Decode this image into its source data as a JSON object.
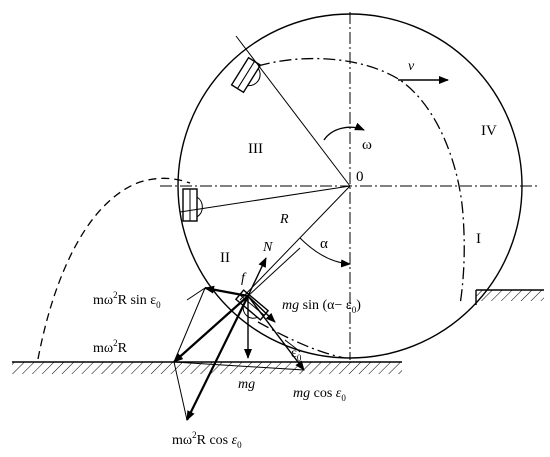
{
  "labels": {
    "velocity": "v",
    "omega": "ω",
    "center": "0",
    "radius": "R",
    "alpha": "α",
    "normal": "N",
    "friction": "f",
    "weight": "mg",
    "zone_1": "I",
    "zone_2": "II",
    "zone_3": "III",
    "zone_4": "IV",
    "eps0": "ε",
    "eps0_sub": "0",
    "mw2R_a": "mω",
    "mw2R_a_sup": "2",
    "mw2R_a_b": "R",
    "sin_force_a": "mω",
    "sin_force_sup": "2",
    "sin_force_b": "R sin ε",
    "sin_force_sub": "0",
    "mgsin": "mg",
    "mgsin_rest": " sin (α− ε",
    "mgsin_sub": "0",
    "mgsin_close": ")",
    "mgcos": "mg",
    "mgcos_rest": " cos ",
    "mgcos_eps": "ε",
    "mgcos_sub": "0",
    "cos_force_a": "mω",
    "cos_force_sup": "2",
    "cos_force_b": "R cos ",
    "cos_force_eps": "ε",
    "cos_force_sub": "0"
  }
}
